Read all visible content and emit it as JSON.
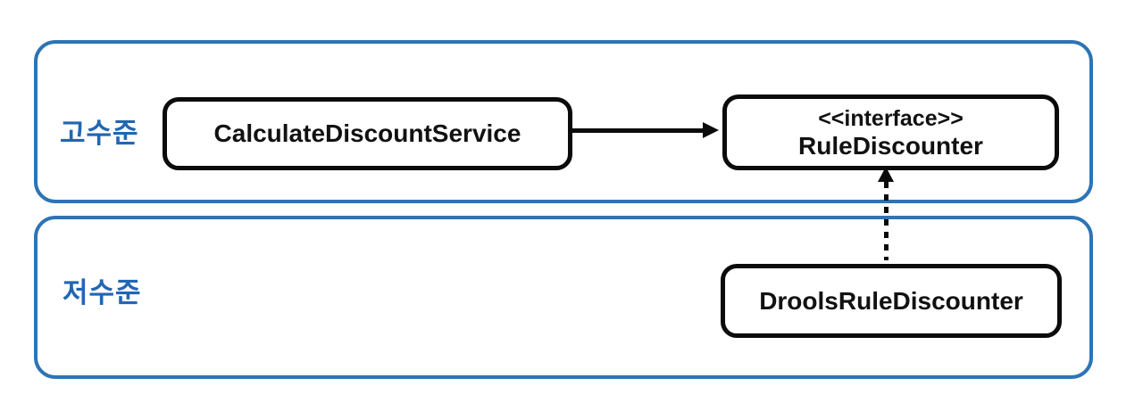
{
  "diagram": {
    "high_layer": {
      "label": "고수준"
    },
    "low_layer": {
      "label": "저수준"
    },
    "nodes": {
      "service": {
        "label": "CalculateDiscountService"
      },
      "interface": {
        "stereotype": "<<interface>>",
        "name": "RuleDiscounter"
      },
      "impl": {
        "label": "DroolsRuleDiscounter"
      }
    },
    "edges": {
      "dependency": {
        "from": "CalculateDiscountService",
        "to": "RuleDiscounter",
        "style": "solid-arrow"
      },
      "realization": {
        "from": "DroolsRuleDiscounter",
        "to": "RuleDiscounter",
        "style": "dotted-arrow"
      }
    },
    "colors": {
      "layer_border": "#2E74B5",
      "layer_label_text": "#2266B2",
      "node_border": "#0B0B0B",
      "node_text": "#111111",
      "arrow": "#0B0B0B",
      "background": "#FFFFFF"
    }
  }
}
